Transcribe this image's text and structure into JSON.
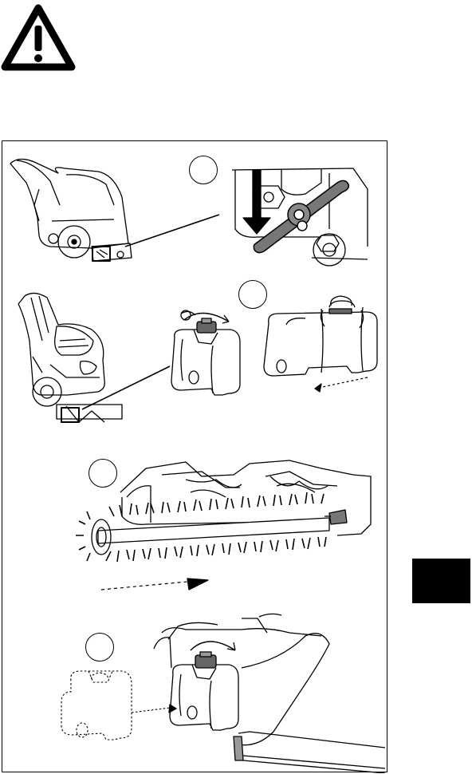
{
  "page": {
    "warning_icon": "warning-triangle-icon",
    "steps": [
      {
        "id": 1,
        "illustration": "lower-brush-lever"
      },
      {
        "id": 2,
        "illustration": "remove-brush-cover"
      },
      {
        "id": 3,
        "illustration": "slide-out-brush"
      },
      {
        "id": 4,
        "illustration": "refit-brush-cover"
      }
    ],
    "colors": {
      "ink": "#000000",
      "paper": "#ffffff",
      "tab": "#000000"
    }
  }
}
